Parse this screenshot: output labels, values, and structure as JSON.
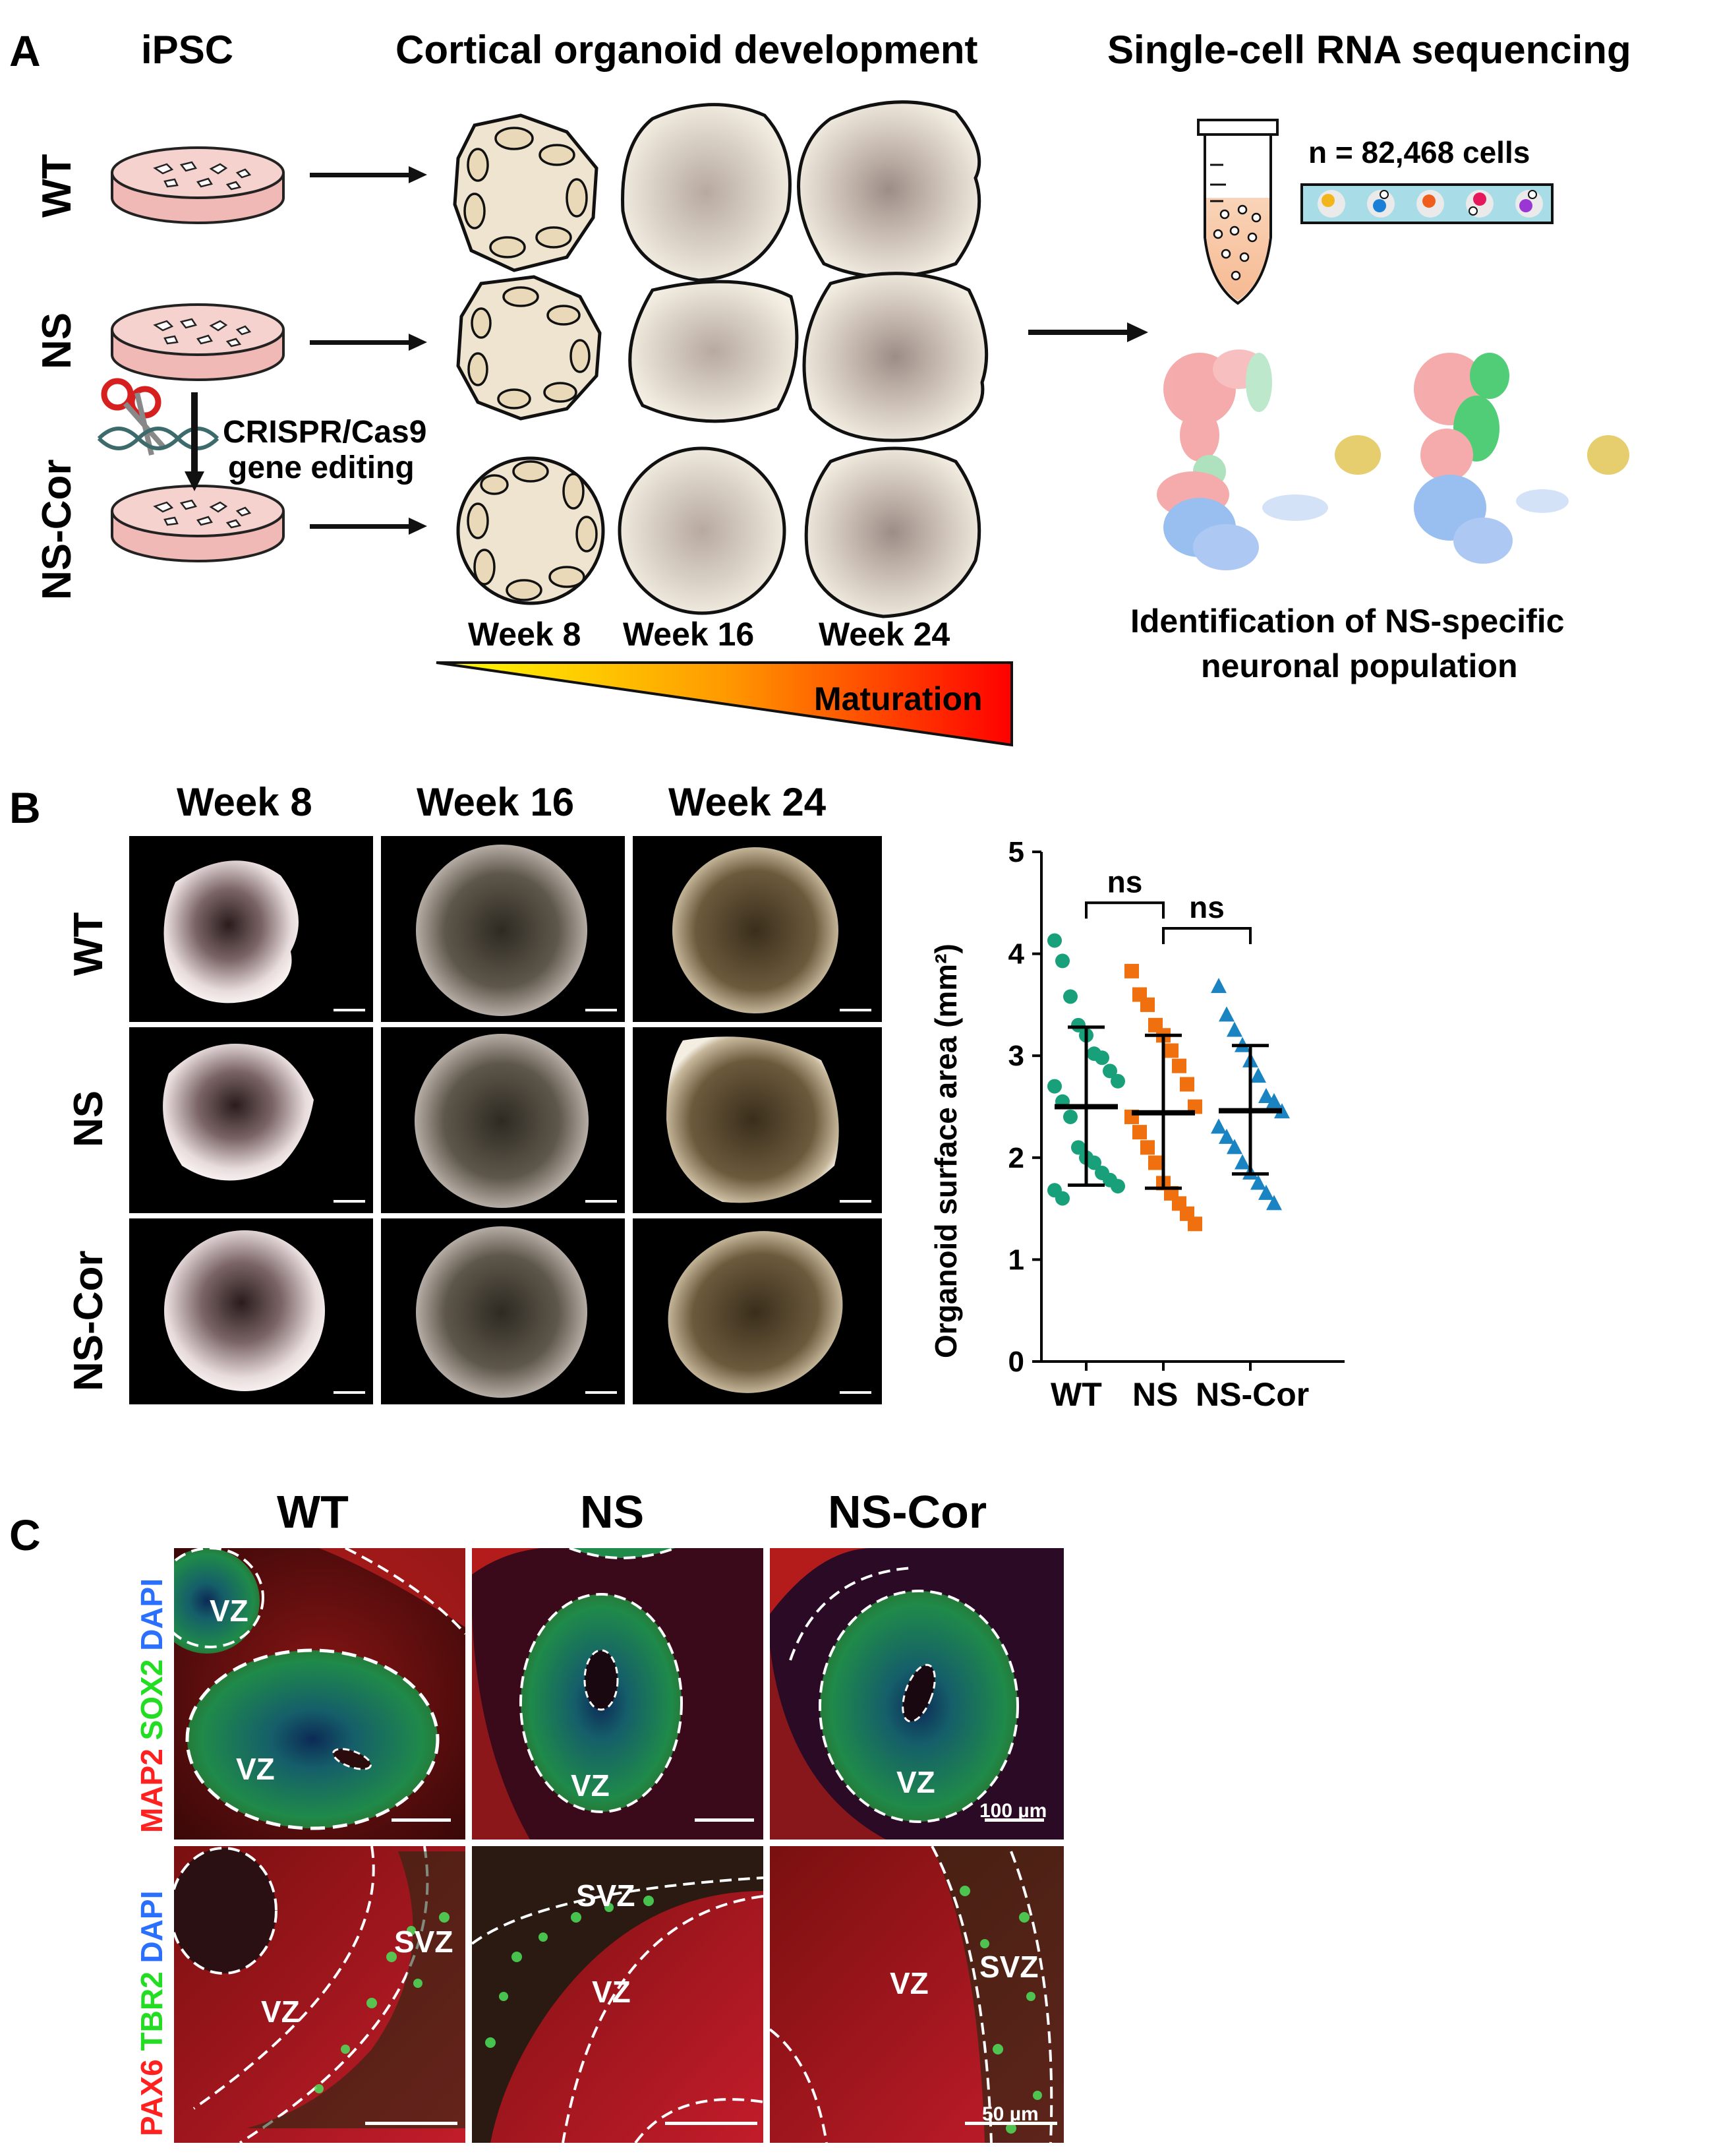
{
  "panel_a": {
    "letter": "A",
    "col_ipsc": "iPSC",
    "col_dev": "Cortical organoid development",
    "col_seq": "Single-cell RNA sequencing",
    "rows": [
      "WT",
      "NS",
      "NS-Cor"
    ],
    "crispr_line1": "CRISPR/Cas9",
    "crispr_line2": "gene editing",
    "weeks": [
      "Week 8",
      "Week 16",
      "Week 24"
    ],
    "maturation": "Maturation",
    "cells_label": "n = 82,468 cells",
    "ident_line1": "Identification of  NS-specific",
    "ident_line2": "neuronal population",
    "gradient_colors": [
      "#ffff00",
      "#ff9a00",
      "#ff0000"
    ]
  },
  "panel_b": {
    "letter": "B",
    "weeks": [
      "Week 8",
      "Week 16",
      "Week 24"
    ],
    "rows": [
      "WT",
      "NS",
      "NS-Cor"
    ],
    "sig_labels": [
      "ns",
      "ns"
    ]
  },
  "chart_data": {
    "type": "scatter",
    "ylabel": "Organoid surface area (mm²)",
    "categories": [
      "WT",
      "NS",
      "NS-Cor"
    ],
    "ylim": [
      0,
      5
    ],
    "yticks": [
      0,
      1,
      2,
      3,
      4,
      5
    ],
    "grid": false,
    "series": [
      {
        "category": "WT",
        "marker": "circle",
        "color": "#18a07a",
        "mean": 2.5,
        "sd_low": 1.73,
        "sd_high": 3.28,
        "values": [
          4.13,
          3.93,
          3.58,
          3.3,
          3.2,
          3.02,
          2.98,
          2.85,
          2.75,
          2.7,
          2.55,
          2.4,
          2.1,
          2.0,
          1.95,
          1.85,
          1.78,
          1.72,
          1.68,
          1.6
        ]
      },
      {
        "category": "NS",
        "marker": "square",
        "color": "#f0700f",
        "mean": 2.44,
        "sd_low": 1.7,
        "sd_high": 3.2,
        "values": [
          3.83,
          3.6,
          3.5,
          3.3,
          3.2,
          3.05,
          2.9,
          2.72,
          2.5,
          2.4,
          2.25,
          2.1,
          1.95,
          1.75,
          1.65,
          1.55,
          1.45,
          1.35
        ]
      },
      {
        "category": "NS-Cor",
        "marker": "triangle",
        "color": "#1a83c2",
        "mean": 2.46,
        "sd_low": 1.84,
        "sd_high": 3.1,
        "values": [
          3.68,
          3.4,
          3.25,
          3.1,
          2.95,
          2.8,
          2.6,
          2.55,
          2.45,
          2.3,
          2.2,
          2.1,
          1.95,
          1.85,
          1.75,
          1.65,
          1.55
        ]
      }
    ]
  },
  "panel_c": {
    "letter": "C",
    "cols": [
      "WT",
      "NS",
      "NS-Cor"
    ],
    "row1_stain": [
      {
        "text": "MAP2",
        "color": "#ff2020"
      },
      {
        "text": "SOX2",
        "color": "#22dd22"
      },
      {
        "text": "DAPI",
        "color": "#2b6fff"
      }
    ],
    "row2_stain": [
      {
        "text": "PAX6",
        "color": "#ff2020"
      },
      {
        "text": "TBR2",
        "color": "#22dd22"
      },
      {
        "text": "DAPI",
        "color": "#2b6fff"
      }
    ],
    "vz": "VZ",
    "svz": "SVZ",
    "scale_100": "100 µm",
    "scale_50": "50 µm"
  }
}
